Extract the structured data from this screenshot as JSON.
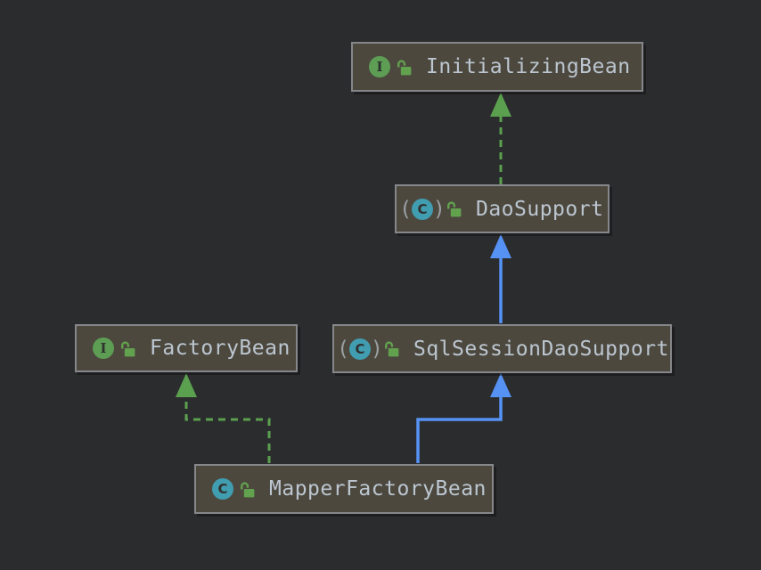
{
  "diagram_type": "uml-class-diagram",
  "colors": {
    "background": "#2b2c2e",
    "node_fill": "#4c483e",
    "node_border": "#85878a",
    "node_text": "#bcc6d0",
    "implements_green": "#5ba04f",
    "extends_blue": "#5692f4",
    "interface_icon_green": "#5d9e54",
    "class_icon_teal": "#419db0",
    "lock_green": "#62a14e"
  },
  "abstract_paren_open": "(",
  "abstract_paren_close": ")",
  "nodes": [
    {
      "label": "InitializingBean",
      "kind": "interface",
      "icon_letter": "I",
      "visibility": "public"
    },
    {
      "label": "DaoSupport",
      "kind": "abstract-class",
      "icon_letter": "C",
      "visibility": "public"
    },
    {
      "label": "FactoryBean",
      "kind": "interface",
      "icon_letter": "I",
      "visibility": "public"
    },
    {
      "label": "SqlSessionDaoSupport",
      "kind": "abstract-class",
      "icon_letter": "C",
      "visibility": "public"
    },
    {
      "label": "MapperFactoryBean",
      "kind": "class",
      "icon_letter": "C",
      "visibility": "public"
    }
  ],
  "edges": [
    {
      "from": "DaoSupport",
      "to": "InitializingBean",
      "relation": "implements",
      "style": "dashed-green"
    },
    {
      "from": "SqlSessionDaoSupport",
      "to": "DaoSupport",
      "relation": "extends",
      "style": "solid-blue"
    },
    {
      "from": "MapperFactoryBean",
      "to": "FactoryBean",
      "relation": "implements",
      "style": "dashed-green"
    },
    {
      "from": "MapperFactoryBean",
      "to": "SqlSessionDaoSupport",
      "relation": "extends",
      "style": "solid-blue"
    }
  ]
}
